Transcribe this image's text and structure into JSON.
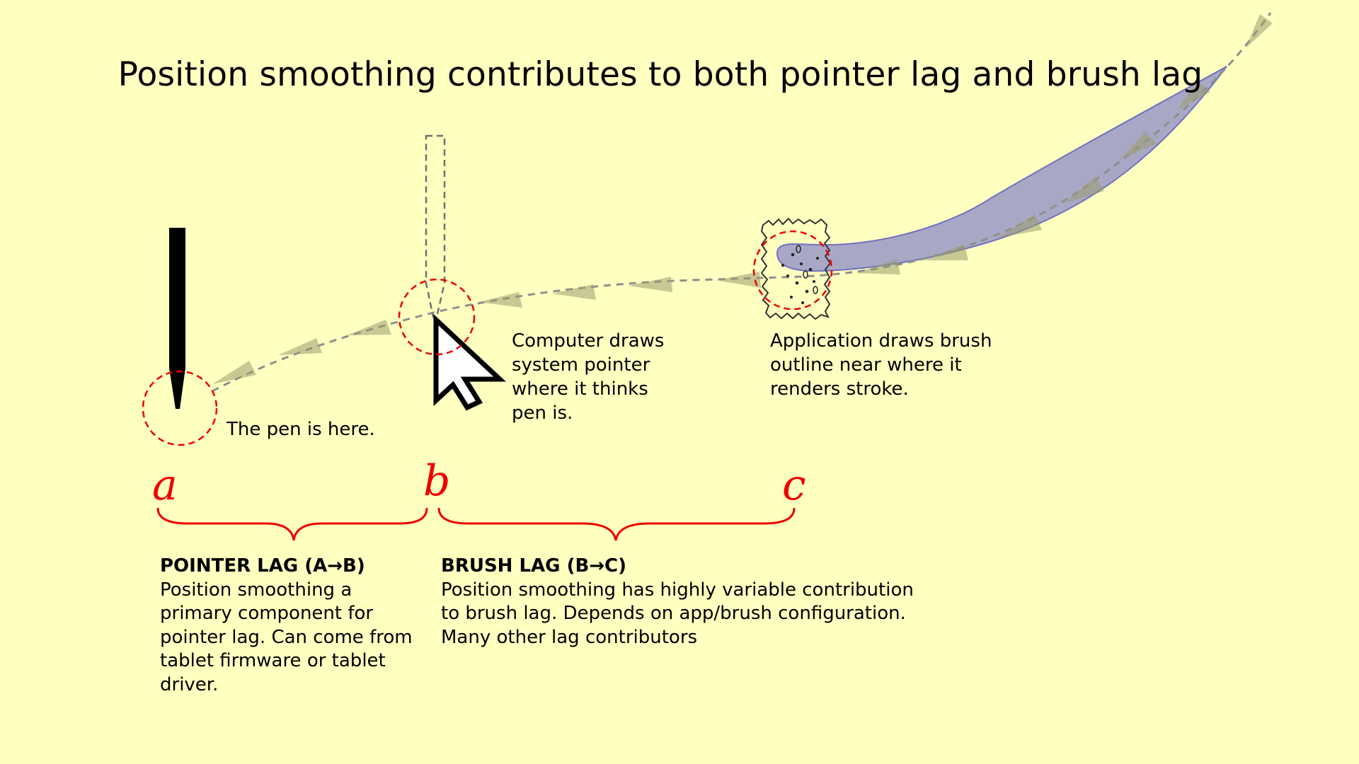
{
  "title": "Position smoothing contributes to both pointer lag and brush lag",
  "annotations": {
    "pen": "The pen is here.",
    "pointer": "Computer draws system pointer where it thinks pen is.",
    "brush": "Application draws brush outline near where it renders stroke."
  },
  "points": {
    "a": "a",
    "b": "b",
    "c": "c"
  },
  "lags": {
    "pointer": {
      "heading": "POINTER LAG (A→B)",
      "body": "Position smoothing a primary component for pointer lag. Can come from tablet firmware or tablet driver."
    },
    "brush": {
      "heading": "BRUSH LAG (B→C)",
      "body": "Position smoothing has highly variable contribution to brush lag. Depends on app/brush configuration. Many other lag contributors"
    }
  },
  "colors": {
    "background": "#ffffc0",
    "marker": "#ee0000",
    "stroke_fill": "#9090c8",
    "path_arrow": "#9a9a6e",
    "path_dash": "#8f8f8f"
  }
}
